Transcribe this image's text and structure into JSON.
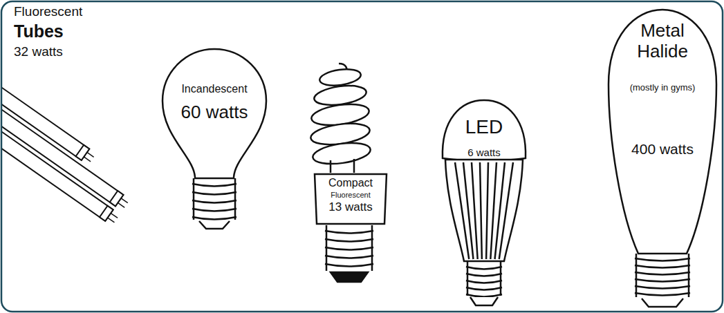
{
  "diagram": {
    "nodes": [
      {
        "text": [
          "Incandescent",
          "60 watts"
        ]
      },
      {
        "text": [
          "Compact",
          "Fluorescent",
          "13 watts"
        ]
      },
      {
        "text": [
          "LED",
          "6 watts"
        ]
      },
      {
        "text": [
          "Metal Halide",
          "(mostly in gyms)",
          "400 watts"
        ]
      }
    ],
    "labels": [
      "Fluorescent",
      "Tubes",
      "32 watts"
    ]
  }
}
